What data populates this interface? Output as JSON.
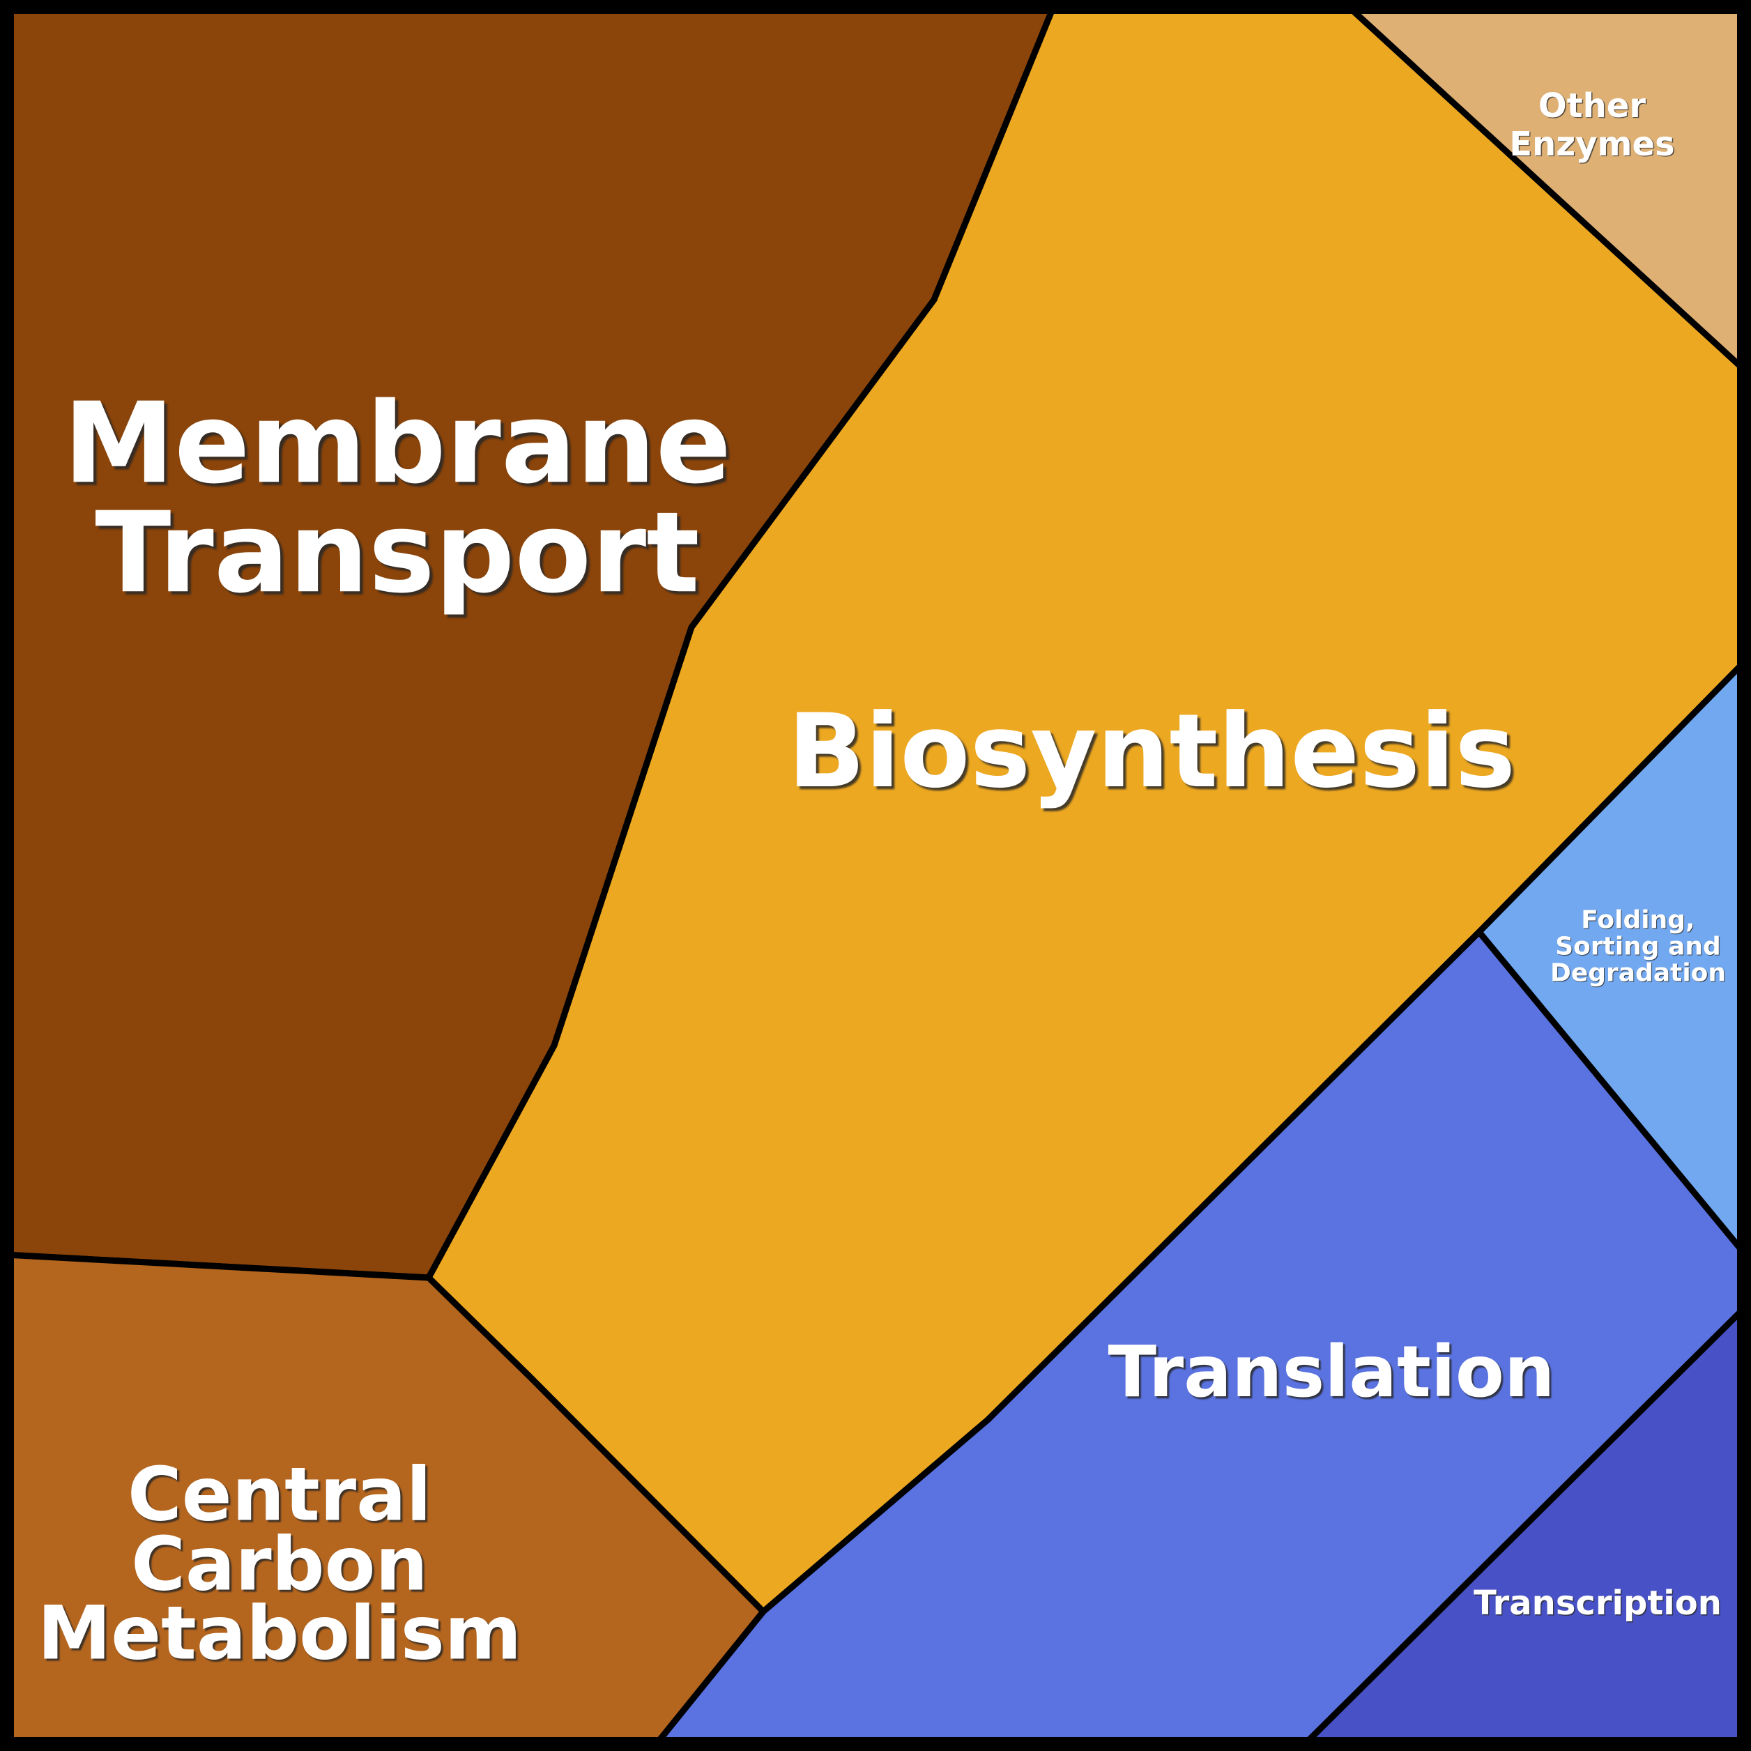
{
  "chart_data": {
    "type": "treemap",
    "variant": "proteomap-polygonal-voronoi",
    "title": "",
    "legend_position": "none",
    "grid": false,
    "background_color": "#000000",
    "border_color": "#000000",
    "label_text_color": "#FFFFFF",
    "regions": [
      {
        "label": "Membrane Transport",
        "lines": [
          "Membrane",
          "Transport"
        ],
        "color": "#8B4409",
        "share_pct_est": 30.0
      },
      {
        "label": "Biosynthesis",
        "lines": [
          "Biosynthesis"
        ],
        "color": "#EDA821",
        "share_pct_est": 38.6
      },
      {
        "label": "Central Carbon Metabolism",
        "lines": [
          "Central",
          "Carbon",
          "Metabolism"
        ],
        "color": "#B4651E",
        "share_pct_est": 9.7
      },
      {
        "label": "Translation",
        "lines": [
          "Translation"
        ],
        "color": "#5A73E0",
        "share_pct_est": 13.5
      },
      {
        "label": "Folding, Sorting and Degradation",
        "lines": [
          "Folding,",
          "Sorting and",
          "Degradation"
        ],
        "color": "#71A8F0",
        "share_pct_est": 2.6
      },
      {
        "label": "Transcription",
        "lines": [
          "Transcription"
        ],
        "color": "#4852C6",
        "share_pct_est": 3.2
      },
      {
        "label": "Other Enzymes",
        "lines": [
          "Other",
          "Enzymes"
        ],
        "color": "#DEB074",
        "share_pct_est": 2.4
      }
    ]
  }
}
